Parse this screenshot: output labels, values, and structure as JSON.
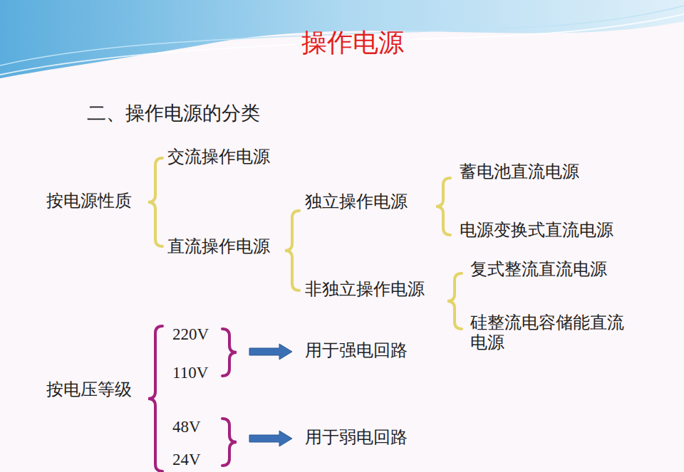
{
  "diagram": {
    "title": "操作电源",
    "labels": [
      "二、操作电源的分类",
      "交流操作电源",
      "按电源性质",
      "独立操作电源",
      "蓄电池直流电源",
      "电源变换式直流电源",
      "直流操作电源",
      "复式整流直流电源",
      "非独立操作电源",
      "硅整流电容储能直流电源",
      "220V",
      "用于强电回路",
      "110V",
      "按电压等级",
      "48V",
      "用于弱电回路",
      "24V"
    ]
  }
}
